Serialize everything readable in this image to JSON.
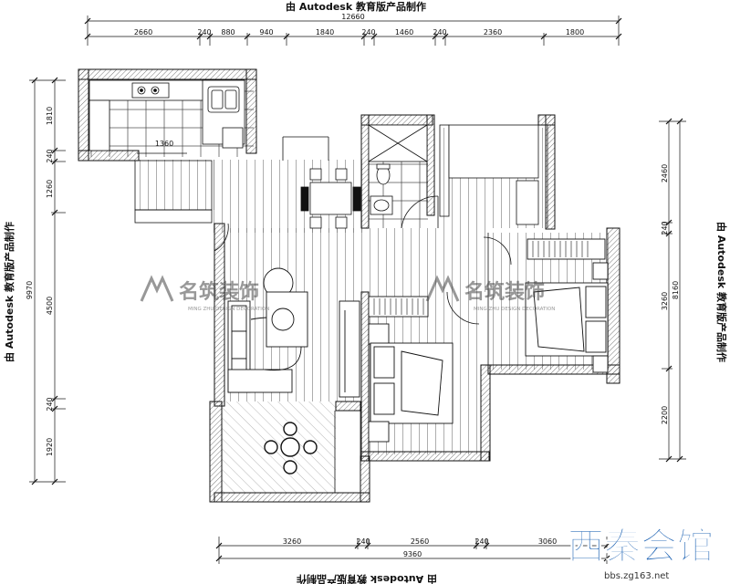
{
  "watermarks": {
    "top": "由 Autodesk 教育版产品制作",
    "bottom": "由 Autodesk 教育版产品制作",
    "left": "由 Autodesk 教育版产品制作",
    "right": "由 Autodesk 教育版产品制作"
  },
  "dimensions": {
    "top_total": "12660",
    "top_segments": [
      "2660",
      "240",
      "880",
      "940",
      "1840",
      "240",
      "1460",
      "240",
      "2360",
      "1800"
    ],
    "bottom_total": "9360",
    "bottom_segments": [
      "3260",
      "240",
      "2560",
      "240",
      "3060"
    ],
    "left_total": "9970",
    "left_segments": [
      "1810",
      "240",
      "1260",
      "4500",
      "240",
      "1920"
    ],
    "right_total": "8160",
    "right_segments": [
      "2460",
      "240",
      "3260",
      "2200"
    ],
    "kitchen_inner": "1360"
  },
  "logo": {
    "name": "名筑装饰",
    "tagline": "MING ZHU DESIGN DECORATION"
  },
  "site": {
    "name": "西秦会馆",
    "url": "bbs.zg163.net",
    "color_primary": "#1f64b4",
    "color_accent": "#f08c1e"
  }
}
